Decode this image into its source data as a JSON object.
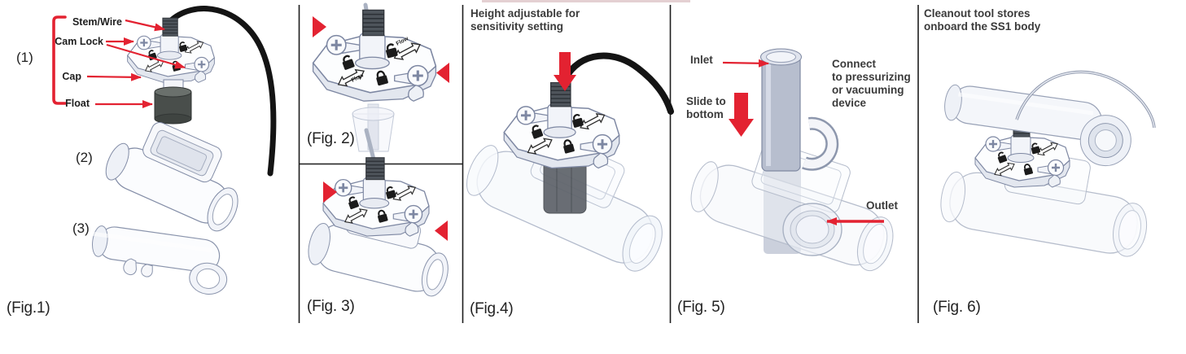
{
  "colors": {
    "accent_red": "#e32231",
    "text": "#1f1f1f",
    "caption_text": "#3b3b3b",
    "cad_line": "#8b95ab",
    "divider": "#1d1d1d"
  },
  "fig1": {
    "label": "(Fig.1)",
    "step_1": "(1)",
    "step_2": "(2)",
    "step_3": "(3)",
    "callout_stem_wire": "Stem/Wire",
    "callout_cam_lock": "Cam Lock",
    "callout_cap": "Cap",
    "callout_float": "Float"
  },
  "fig2": {
    "label": "(Fig. 2)",
    "cap_print_flow": "Flow"
  },
  "fig3": {
    "label": "(Fig. 3)"
  },
  "fig4": {
    "label": "(Fig.4)",
    "caption_line1": "Height adjustable for",
    "caption_line2": "sensitivity setting"
  },
  "fig5": {
    "label": "(Fig. 5)",
    "callout_inlet": "Inlet",
    "slide_line1": "Slide to",
    "slide_line2": "bottom",
    "connect_line1": "Connect",
    "connect_line2": "to pressurizing",
    "connect_line3": "or vacuuming",
    "connect_line4": "device",
    "callout_outlet": "Outlet"
  },
  "fig6": {
    "label": "(Fig. 6)",
    "caption_line1": "Cleanout tool stores",
    "caption_line2": "onboard the SS1 body"
  }
}
